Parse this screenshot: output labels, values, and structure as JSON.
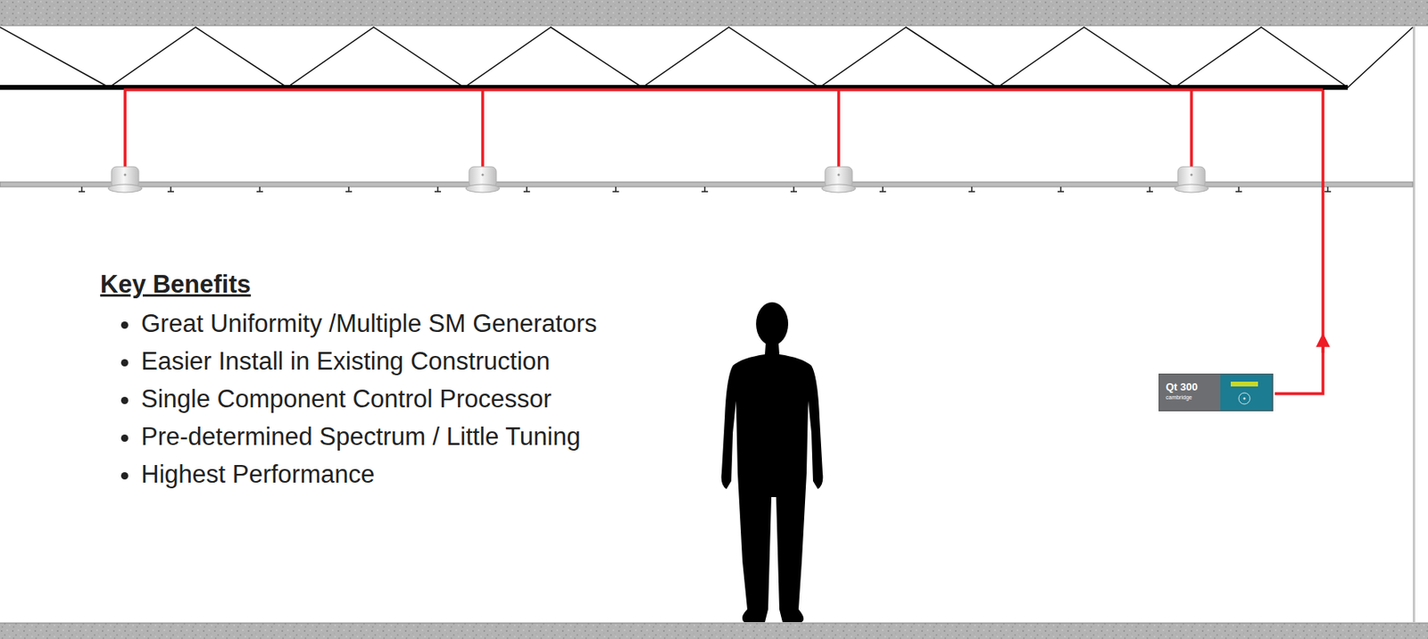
{
  "diagram": {
    "nodes": [
      {
        "text": [
          "Qt 300",
          "cambridge"
        ]
      }
    ],
    "labels": [
      "Key Benefits",
      "Great Uniformity /Multiple SM Generators",
      "Easier Install in Existing Construction",
      "Single Component Control Processor",
      "Pre-determined Spectrum / Little Tuning",
      "Highest Performance"
    ]
  }
}
